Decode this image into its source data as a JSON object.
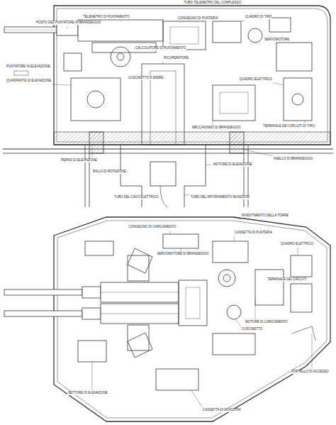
{
  "diagram": {
    "labels": [
      "TUBO TELEMETRO DEL COMPLESSO",
      "TELEMETRO DI PUNTAMENTO",
      "POSTO DEL PUNTATORE IN BRANDEGGIO",
      "CONGEGNO DI PUNTERIA",
      "QUADRO DI TIRO",
      "PUNTATORE IN ELEVAZIONE",
      "QUADRANTE DI ELEVAZIONE",
      "CALCOLATORE DI PUNTAMENTO",
      "SERVOMOTORE",
      "RICUPERATORE",
      "CUSCINETTO A SFERE",
      "TERMINALE DEI CIRCUITI DI TIRO",
      "QUADRO ELETTRICO",
      "ANELLO DI BRANDEGGIO",
      "MECCANISMO DI BRANDEGGIO",
      "PERNO DI ELEVAZIONE",
      "RALLA DI ROTAZIONE",
      "MOTORE DI ELEVAZIONE",
      "TUBO DEL CAVO ELETTRICO",
      "TUBO DEL RIFORNIMENTO MUNIZIONI",
      "RIVESTIMENTO DELLA TORRE",
      "CONGEGNO DI CARICAMENTO",
      "SERVOMOTORE DI BRANDEGGIO",
      "CASSETTA DI PUNTERIA",
      "QUADRO ELETTRICO",
      "TERMINALE DEI CIRCUITI",
      "MOTORE DI CARICAMENTO",
      "CUSCINETTO",
      "PORTELLO DI ACCESSO",
      "SETTORE DI ELEVAZIONE",
      "CASSETTA DI MUNIZIONI"
    ]
  }
}
